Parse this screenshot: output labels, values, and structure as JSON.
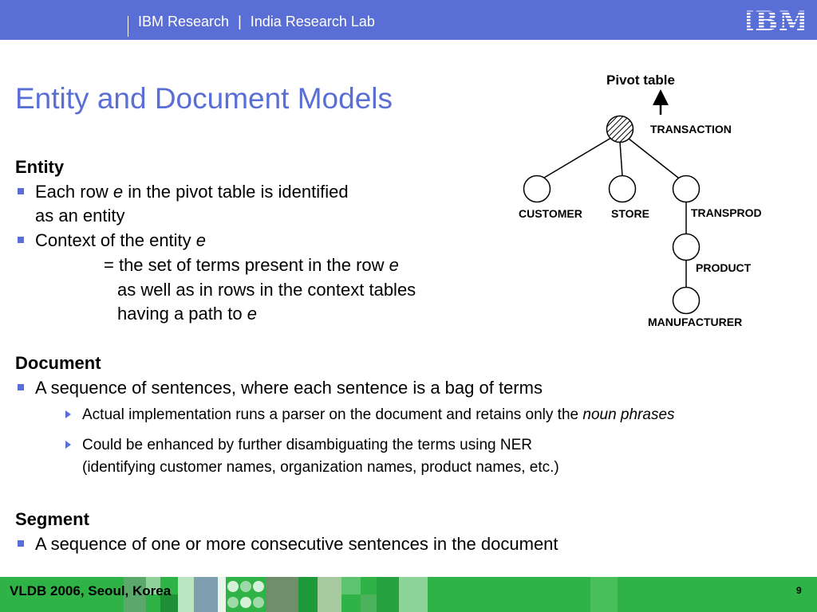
{
  "header": {
    "org": "IBM Research",
    "separator": "|",
    "lab": "India Research Lab",
    "logo": "IBM"
  },
  "title": "Entity and Document Models",
  "entity": {
    "heading": "Entity",
    "b1_pre": "Each row ",
    "b1_var": "e",
    "b1_post": " in the pivot table is identified",
    "b1_cont": "as an entity",
    "b2_pre": "Context of the entity ",
    "b2_var": "e",
    "def1_pre": "= the set of terms present in the row ",
    "def1_var": "e",
    "def2": "as well as in rows in the context tables",
    "def3_pre": "having a path to ",
    "def3_var": "e"
  },
  "document": {
    "heading": "Document",
    "b1": "A sequence of sentences, where each sentence is a bag of terms",
    "s1_pre": "Actual implementation runs a parser on the document and retains only the ",
    "s1_em": "noun phrases",
    "s2_line1": "Could be enhanced by further disambiguating the terms using NER",
    "s2_line2": "(identifying customer names, organization names, product names, etc.)"
  },
  "segment": {
    "heading": "Segment",
    "b1": "A sequence of one or more consecutive sentences in the document"
  },
  "diagram": {
    "pivot_label": "Pivot table",
    "nodes": {
      "transaction": "TRANSACTION",
      "customer": "CUSTOMER",
      "store": "STORE",
      "transprod": "TRANSPROD",
      "product": "PRODUCT",
      "manufacturer": "MANUFACTURER"
    }
  },
  "footer": {
    "conference": "VLDB 2006, Seoul, Korea",
    "page": "9"
  },
  "colors": {
    "accent": "#5a6fd6",
    "footer": "#2fb346"
  }
}
